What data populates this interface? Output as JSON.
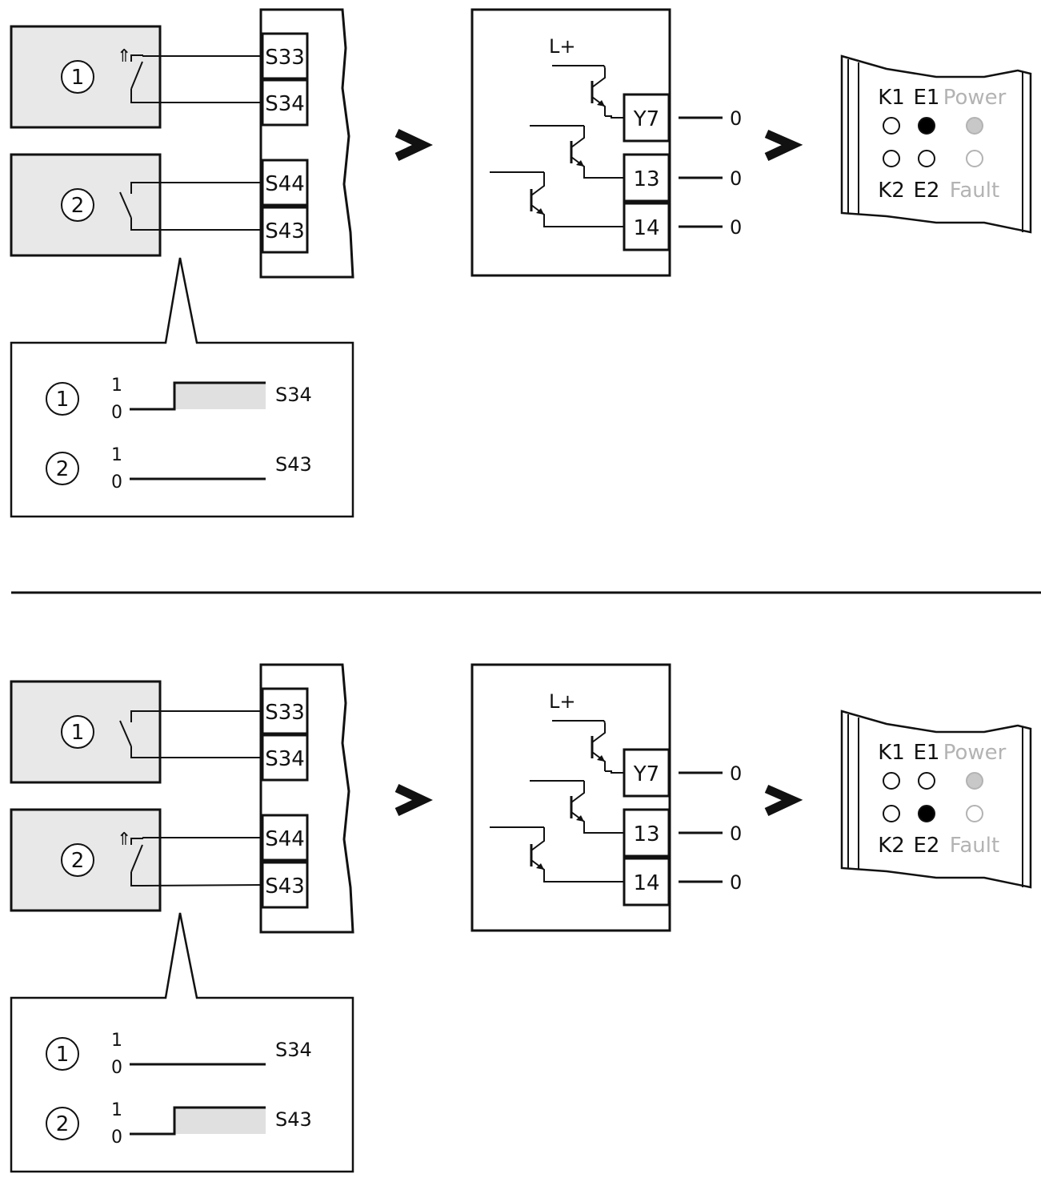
{
  "colors": {
    "line": "#111111",
    "panel_fill": "#e8e8e8",
    "led_off": "#ffffff",
    "led_on": "#000000",
    "led_power": "#c8c8c8",
    "faint_text": "#b3b3b3"
  },
  "scenarios": [
    {
      "terminals": [
        "S33",
        "S34",
        "S44",
        "S43"
      ],
      "switch1_actuated": true,
      "switch2_actuated": false,
      "supply_label": "L+",
      "outputs": [
        {
          "label": "Y7",
          "state": "0"
        },
        {
          "label": "13",
          "state": "0"
        },
        {
          "label": "14",
          "state": "0"
        }
      ],
      "leds": {
        "k1": {
          "label": "K1",
          "on": false
        },
        "e1": {
          "label": "E1",
          "on": true
        },
        "power": {
          "label": "Power",
          "on": true
        },
        "k2": {
          "label": "K2",
          "on": false
        },
        "e2": {
          "label": "E2",
          "on": false
        },
        "fault": {
          "label": "Fault",
          "on": false
        }
      },
      "timing": [
        {
          "index": "1",
          "high": "1",
          "low": "0",
          "signal": "S34",
          "state": "rising"
        },
        {
          "index": "2",
          "high": "1",
          "low": "0",
          "signal": "S43",
          "state": "low"
        }
      ],
      "device_labels": [
        "1",
        "2"
      ]
    },
    {
      "terminals": [
        "S33",
        "S34",
        "S44",
        "S43"
      ],
      "switch1_actuated": false,
      "switch2_actuated": true,
      "supply_label": "L+",
      "outputs": [
        {
          "label": "Y7",
          "state": "0"
        },
        {
          "label": "13",
          "state": "0"
        },
        {
          "label": "14",
          "state": "0"
        }
      ],
      "leds": {
        "k1": {
          "label": "K1",
          "on": false
        },
        "e1": {
          "label": "E1",
          "on": false
        },
        "power": {
          "label": "Power",
          "on": true
        },
        "k2": {
          "label": "K2",
          "on": false
        },
        "e2": {
          "label": "E2",
          "on": true
        },
        "fault": {
          "label": "Fault",
          "on": false
        }
      },
      "timing": [
        {
          "index": "1",
          "high": "1",
          "low": "0",
          "signal": "S34",
          "state": "low"
        },
        {
          "index": "2",
          "high": "1",
          "low": "0",
          "signal": "S43",
          "state": "rising"
        }
      ],
      "device_labels": [
        "1",
        "2"
      ]
    }
  ]
}
